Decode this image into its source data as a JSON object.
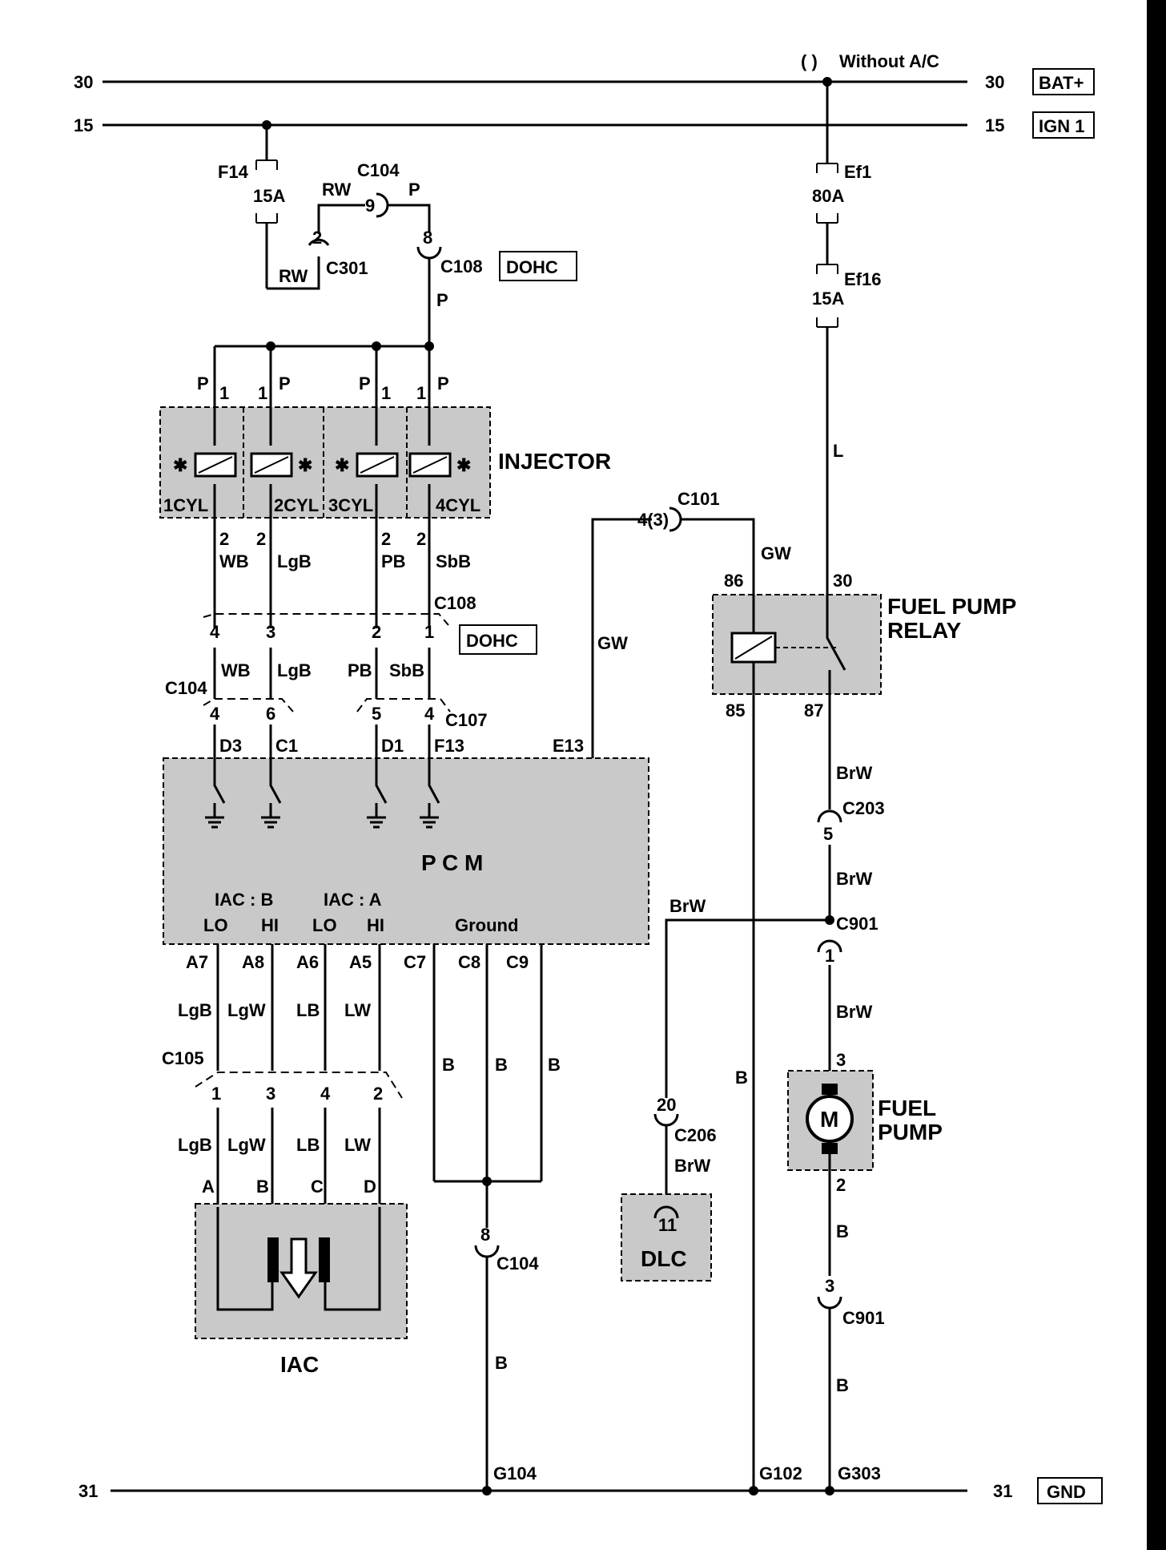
{
  "rails": {
    "bat_num_left": "30",
    "bat_num_right": "30",
    "bat_tag": "BAT+",
    "ign_num_left": "15",
    "ign_num_right": "15",
    "ign_tag": "IGN 1",
    "gnd_num_left": "31",
    "gnd_num_right": "31",
    "gnd_tag": "GND",
    "without_ac_paren": "( )",
    "without_ac": "Without A/C"
  },
  "fuses": {
    "f14": "F14",
    "f14_rating": "15A",
    "ef1": "Ef1",
    "ef1_rating": "80A",
    "ef16": "Ef16",
    "ef16_rating": "15A"
  },
  "connectors": {
    "c104_top": "C104",
    "c104_top_pin": "9",
    "c301": "C301",
    "c301_pin": "2",
    "c108_top": "C108",
    "c108_top_pin": "8",
    "c108_mid": "C108",
    "c104_mid": "C104",
    "c107": "C107",
    "c101": "C101",
    "c101_pin": "4(3)",
    "c203": "C203",
    "c203_pin": "5",
    "c901_a": "C901",
    "c901_a_pin": "1",
    "c901_b": "C901",
    "c901_b_pin": "3",
    "c105": "C105",
    "c104_bot": "C104",
    "c104_bot_pin": "8",
    "c206": "C206",
    "c206_pin": "20",
    "dlc_pin": "11"
  },
  "wires": {
    "rw": "RW",
    "p": "P",
    "l": "L",
    "gw": "GW",
    "brw": "BrW",
    "b": "B",
    "wb": "WB",
    "lgb": "LgB",
    "pb": "PB",
    "sbb": "SbB",
    "lgw": "LgW",
    "lb": "LB",
    "lw": "LW"
  },
  "pins": {
    "inj_top": "1",
    "inj_bot": "2",
    "c108_4": "4",
    "c108_3": "3",
    "c108_2": "2",
    "c108_1": "1",
    "c104_4": "4",
    "c104_6": "6",
    "c107_5": "5",
    "c107_4": "4",
    "c105_1": "1",
    "c105_3": "3",
    "c105_4": "4",
    "c105_2": "2",
    "relay_86": "86",
    "relay_30": "30",
    "relay_85": "85",
    "relay_87": "87",
    "pump_3": "3",
    "pump_2": "2"
  },
  "pcm": {
    "title": "P  C  M",
    "d3": "D3",
    "c1": "C1",
    "d1": "D1",
    "f13": "F13",
    "e13": "E13",
    "iac_b": "IAC : B",
    "iac_a": "IAC : A",
    "lo": "LO",
    "hi": "HI",
    "ground": "Ground",
    "a7": "A7",
    "a8": "A8",
    "a6": "A6",
    "a5": "A5",
    "c7": "C7",
    "c8": "C8",
    "c9": "C9"
  },
  "components": {
    "injector": "INJECTOR",
    "cyl1": "1CYL",
    "cyl2": "2CYL",
    "cyl3": "3CYL",
    "cyl4": "4CYL",
    "dohc": "DOHC",
    "relay_l1": "FUEL PUMP",
    "relay_l2": "RELAY",
    "pump_l1": "FUEL",
    "pump_l2": "PUMP",
    "motor": "M",
    "dlc": "DLC",
    "iac": "IAC",
    "iac_a": "A",
    "iac_b": "B",
    "iac_c": "C",
    "iac_d": "D"
  },
  "grounds": {
    "g104": "G104",
    "g102": "G102",
    "g303": "G303"
  }
}
